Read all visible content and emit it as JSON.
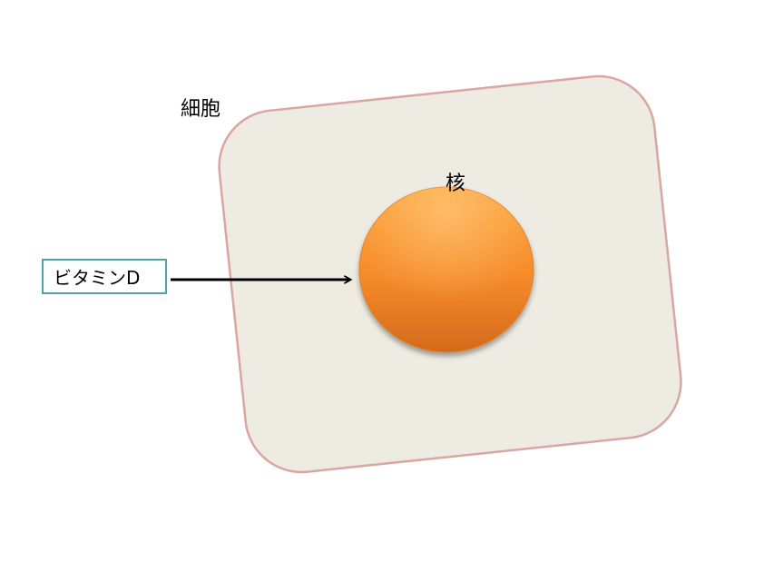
{
  "labels": {
    "cell": "細胞",
    "nucleus": "核",
    "vitamin_d": "ビタミンD"
  },
  "colors": {
    "cell_fill": "#eeebe2",
    "cell_border": "#d9a6a3",
    "nucleus_light": "#ffa43a",
    "nucleus_dark": "#d56b1b",
    "box_border": "#4fa3ad",
    "arrow": "#000000"
  }
}
